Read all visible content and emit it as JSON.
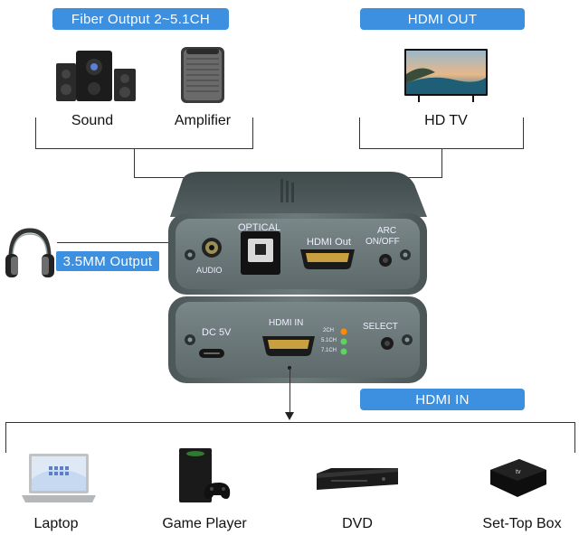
{
  "top_left": {
    "pill_label": "Fiber  Output 2~5.1CH",
    "devices": [
      {
        "label": "Sound",
        "icon": "speaker-system-icon"
      },
      {
        "label": "Amplifier",
        "icon": "smart-speaker-icon"
      }
    ]
  },
  "top_right": {
    "pill_label": "HDMI OUT",
    "devices": [
      {
        "label": "HD TV",
        "icon": "tv-icon"
      }
    ]
  },
  "left": {
    "pill_label": "3.5MM  Output",
    "icon": "headphones-icon"
  },
  "device_labels": {
    "optical": "OPTICAL",
    "hdmi_out": "HDMI Out",
    "arc_1": "ARC",
    "arc_2": "ON/OFF",
    "audio": "AUDIO",
    "dc": "DC 5V",
    "hdmi_in": "HDMI IN",
    "select": "SELECT",
    "led_2ch": "2CH",
    "led_51ch": "5.1CH",
    "led_71ch": "7.1CH"
  },
  "bottom": {
    "pill_label": "HDMI IN",
    "devices": [
      {
        "label": "Laptop",
        "icon": "laptop-icon"
      },
      {
        "label": "Game Player",
        "icon": "game-console-icon"
      },
      {
        "label": "DVD",
        "icon": "dvd-player-icon"
      },
      {
        "label": "Set-Top Box",
        "icon": "set-top-box-icon"
      }
    ]
  },
  "colors": {
    "pill_blue": "#3d8fe0",
    "device_body": "#5e6b6c",
    "led_orange": "#ff8a00",
    "led_green": "#5fd35f"
  }
}
